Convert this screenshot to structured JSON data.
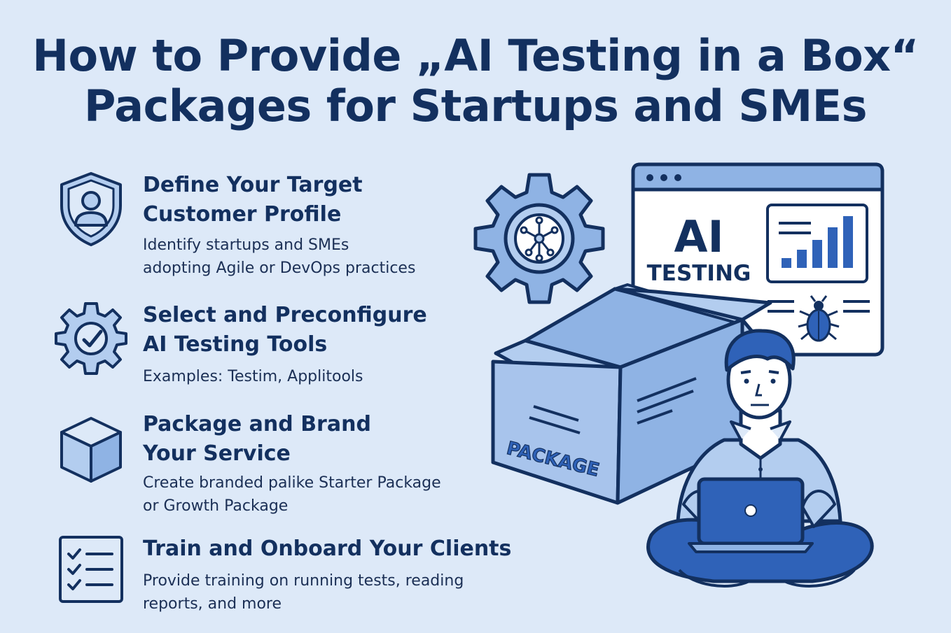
{
  "title": {
    "line1": "How to Provide „AI Testing in a Box“",
    "line2": "Packages for Startups and SMEs"
  },
  "steps": [
    {
      "heading": [
        "Define Your Target",
        "Customer Profile"
      ],
      "description": [
        "Identify startups and SMEs",
        "adopting Agile or DevOps practices"
      ],
      "icon": "shield-user-icon"
    },
    {
      "heading": [
        "Select and Preconfigure",
        "AI Testing Tools"
      ],
      "description": [
        "Examples: Testim, Applitools"
      ],
      "icon": "gear-check-icon"
    },
    {
      "heading": [
        "Package and Brand",
        "Your Service"
      ],
      "description": [
        "Create branded palike Starter Package",
        "or Growth Package"
      ],
      "icon": "cube-icon"
    },
    {
      "heading": [
        "Train and Onboard Your Clients"
      ],
      "description": [
        "Provide training on running tests, reading",
        "reports, and more"
      ],
      "icon": "checklist-icon"
    }
  ],
  "illustration": {
    "box_label": "PACKAGE",
    "screen_title": "AI",
    "screen_subtitle": "TESTING",
    "icons": [
      "ai-gear-icon",
      "bar-chart-icon",
      "bug-icon",
      "laptop-icon",
      "person-illustration"
    ]
  },
  "colors": {
    "background": "#dde9f8",
    "text_dark": "#13305f",
    "accent": "#2f62b8",
    "light_fill": "#b3cdef"
  }
}
